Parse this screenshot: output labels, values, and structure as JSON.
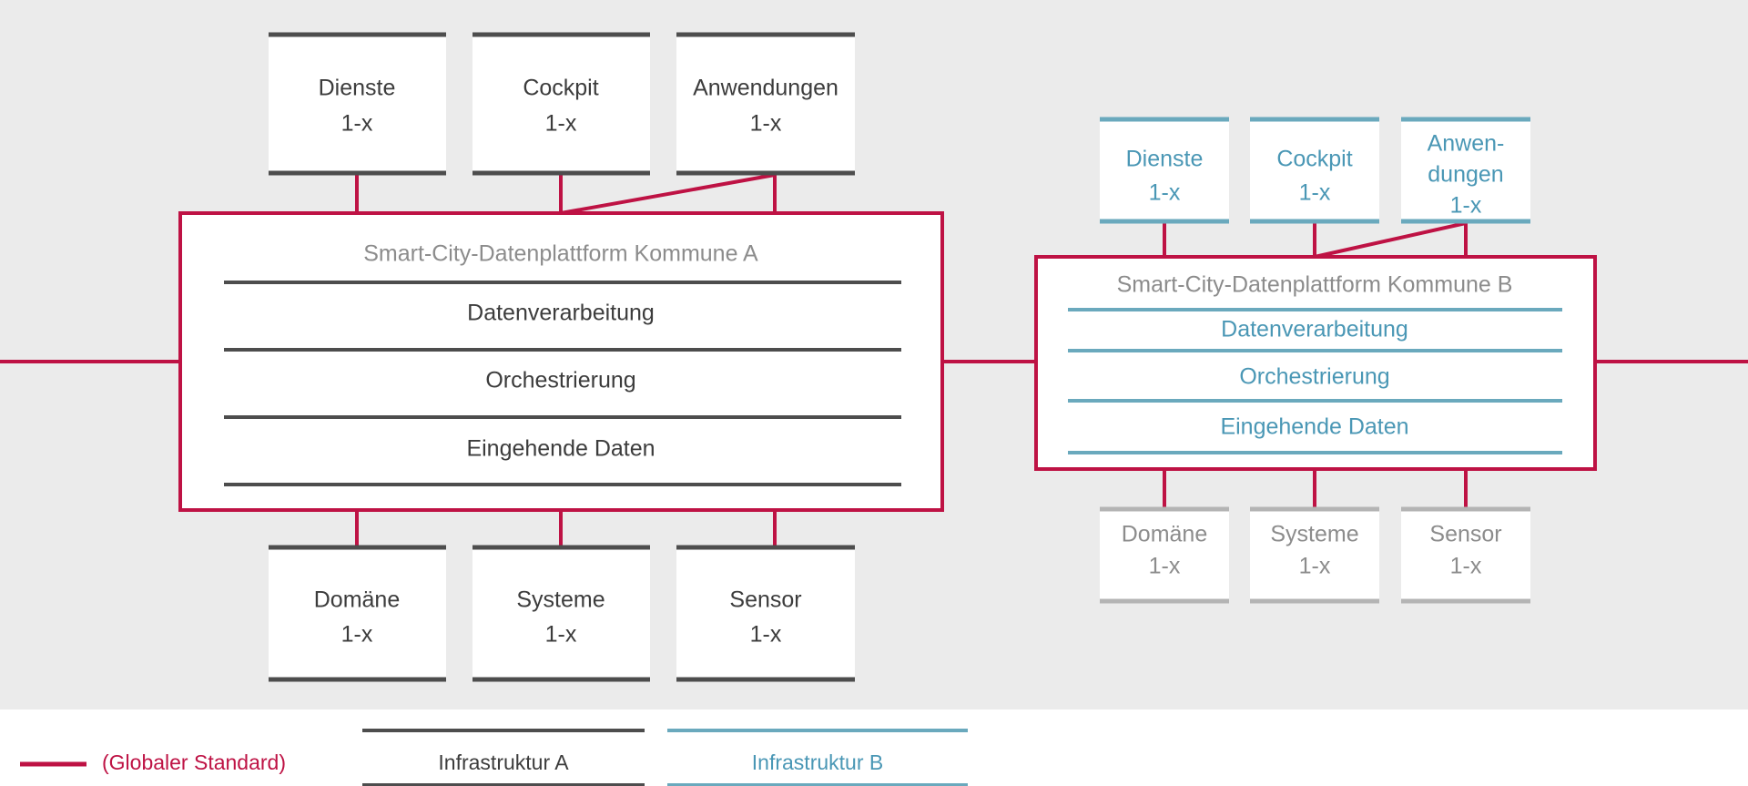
{
  "colors": {
    "background_panel": "#ebebeb",
    "background_page": "#ffffff",
    "box_fill": "#ffffff",
    "standard_line": "#be1244",
    "infra_a_border": "#4d4d4d",
    "infra_a_text": "#3c3c3c",
    "infra_b_border": "#6aa9bd",
    "infra_b_text": "#4a97b5",
    "muted_text": "#8c8c8c",
    "muted_border": "#b4b4b4"
  },
  "diagram": {
    "left_cluster": {
      "name": "Infrastruktur A",
      "top_nodes": [
        {
          "id": "dienste-a",
          "lines": [
            "Dienste",
            "1-x"
          ]
        },
        {
          "id": "cockpit-a",
          "lines": [
            "Cockpit",
            "1-x"
          ]
        },
        {
          "id": "anwendungen-a",
          "lines": [
            "Anwendungen",
            "1-x"
          ]
        }
      ],
      "platform": {
        "title": "Smart-City-Datenplattform Kommune A",
        "rows": [
          {
            "id": "datenverarbeitung-a",
            "label": "Datenverarbeitung"
          },
          {
            "id": "orchestrierung-a",
            "label": "Orchestrierung"
          },
          {
            "id": "eingehende-daten-a",
            "label": "Eingehende Daten"
          }
        ]
      },
      "bottom_nodes": [
        {
          "id": "domaene-a",
          "lines": [
            "Domäne",
            "1-x"
          ]
        },
        {
          "id": "systeme-a",
          "lines": [
            "Systeme",
            "1-x"
          ]
        },
        {
          "id": "sensor-a",
          "lines": [
            "Sensor",
            "1-x"
          ]
        }
      ]
    },
    "right_cluster": {
      "name": "Infrastruktur B",
      "top_nodes": [
        {
          "id": "dienste-b",
          "lines": [
            "Dienste",
            "1-x"
          ]
        },
        {
          "id": "cockpit-b",
          "lines": [
            "Cockpit",
            "1-x"
          ]
        },
        {
          "id": "anwendungen-b",
          "lines": [
            "Anwen-",
            "dungen",
            "1-x"
          ]
        }
      ],
      "platform": {
        "title": "Smart-City-Datenplattform Kommune B",
        "rows": [
          {
            "id": "datenverarbeitung-b",
            "label": "Datenverarbeitung"
          },
          {
            "id": "orchestrierung-b",
            "label": "Orchestrierung"
          },
          {
            "id": "eingehende-daten-b",
            "label": "Eingehende Daten"
          }
        ]
      },
      "bottom_nodes": [
        {
          "id": "domaene-b",
          "lines": [
            "Domäne",
            "1-x"
          ]
        },
        {
          "id": "systeme-b",
          "lines": [
            "Systeme",
            "1-x"
          ]
        },
        {
          "id": "sensor-b",
          "lines": [
            "Sensor",
            "1-x"
          ]
        }
      ]
    }
  },
  "legend": {
    "standard": {
      "label": "(Globaler Standard)",
      "swatch": "line-swatch-icon"
    },
    "items": [
      {
        "id": "infrastruktur-a",
        "label": "Infrastruktur A"
      },
      {
        "id": "infrastruktur-b",
        "label": "Infrastruktur B"
      }
    ]
  }
}
